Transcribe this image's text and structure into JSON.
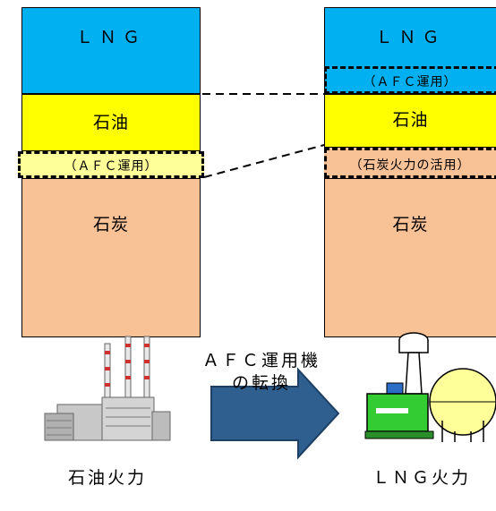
{
  "left_column": {
    "lng": "ＬＮＧ",
    "oil": "石油",
    "afc": "（ＡＦＣ運用）",
    "coal": "石炭"
  },
  "right_column": {
    "lng": "ＬＮＧ",
    "afc": "（ＡＦＣ運用）",
    "oil": "石油",
    "coal_use": "（石炭火力の活用）",
    "coal": "石炭"
  },
  "arrow_caption_line1": "ＡＦＣ運用機",
  "arrow_caption_line2": "の転換",
  "left_plant_label": "石油火力",
  "right_plant_label": "ＬＮＧ火力",
  "colors": {
    "lng": "#00b0f0",
    "oil": "#ffff00",
    "afc_left": "#ffff99",
    "coal": "#f8c196",
    "arrow": "#2e5f8f",
    "plant_green": "#33cc33"
  }
}
